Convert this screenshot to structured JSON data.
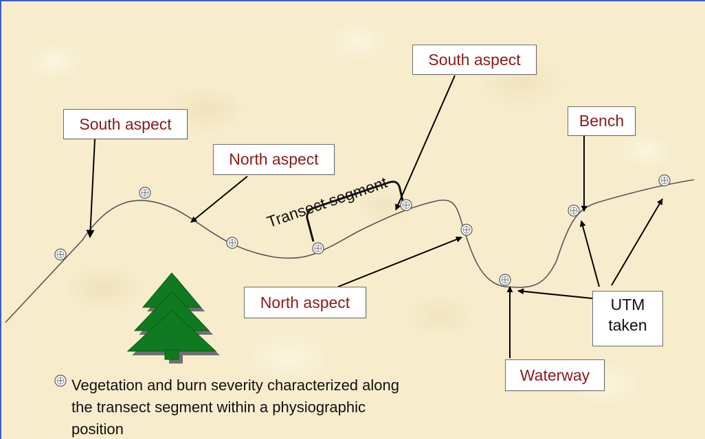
{
  "labels": {
    "south_aspect_left": "South aspect",
    "north_aspect_upper": "North aspect",
    "south_aspect_top": "South aspect",
    "bench": "Bench",
    "north_aspect_lower": "North aspect",
    "waterway": "Waterway",
    "utm_line1": "UTM",
    "utm_line2": "taken",
    "transect_segment": "Transect segment"
  },
  "legend": {
    "line1": "Vegetation and burn severity characterized along",
    "line2": "the transect segment within a physiographic",
    "line3": "position",
    "marker_icon": "plot-point-marker-icon"
  },
  "colors": {
    "label_text": "#8b1a1a",
    "tree_green": "#0f7a1f",
    "tree_shadow": "#6f6f6f",
    "background": "#f7eccc",
    "frame": "#3a5dc8"
  }
}
